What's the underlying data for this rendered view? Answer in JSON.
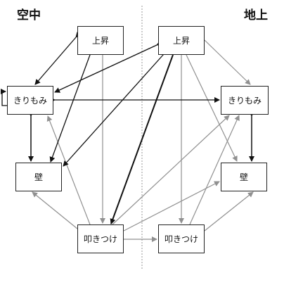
{
  "headers": {
    "left": "空中",
    "right": "地上"
  },
  "nodes": {
    "left_rise": "上昇",
    "left_spin": "きりもみ",
    "left_wall": "壁",
    "left_slam": "叩きつけ",
    "right_rise": "上昇",
    "right_spin": "きりもみ",
    "right_wall": "壁",
    "right_slam": "叩きつけ"
  },
  "colors": {
    "strong_arrow": "#111111",
    "weak_arrow": "#909090",
    "divider": "#999999"
  }
}
